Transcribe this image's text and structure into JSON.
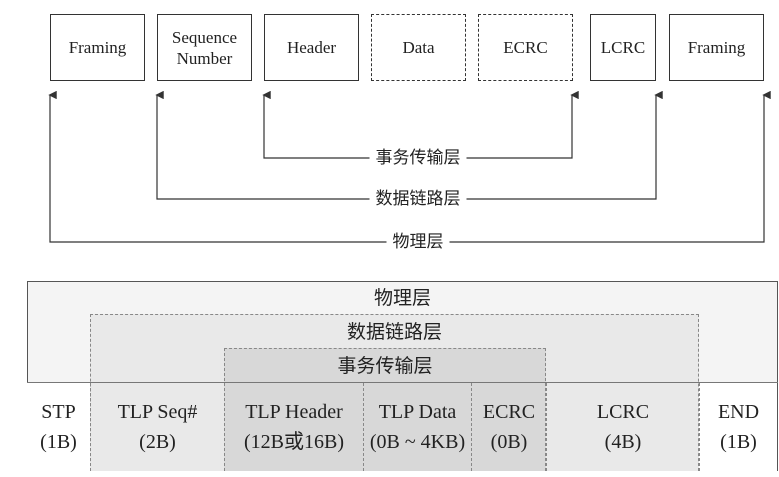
{
  "top_diagram": {
    "fields": [
      {
        "label": "Framing"
      },
      {
        "label": "Sequence\nNumber"
      },
      {
        "label": "Header"
      },
      {
        "label": "Data"
      },
      {
        "label": "ECRC"
      },
      {
        "label": "LCRC"
      },
      {
        "label": "Framing"
      }
    ],
    "layers": {
      "transaction": "事务传输层",
      "data_link": "数据链路层",
      "physical": "物理层"
    }
  },
  "bottom_diagram": {
    "layers": {
      "physical": "物理层",
      "data_link": "数据链路层",
      "transaction": "事务传输层"
    },
    "cells": [
      {
        "name": "STP",
        "size": "(1B)"
      },
      {
        "name": "TLP Seq#",
        "size": "(2B)"
      },
      {
        "name": "TLP Header",
        "size": "(12B或16B)"
      },
      {
        "name": "TLP Data",
        "size": "(0B ~ 4KB)"
      },
      {
        "name": "ECRC",
        "size": "(0B)"
      },
      {
        "name": "LCRC",
        "size": "(4B)"
      },
      {
        "name": "END",
        "size": "(1B)"
      }
    ]
  }
}
